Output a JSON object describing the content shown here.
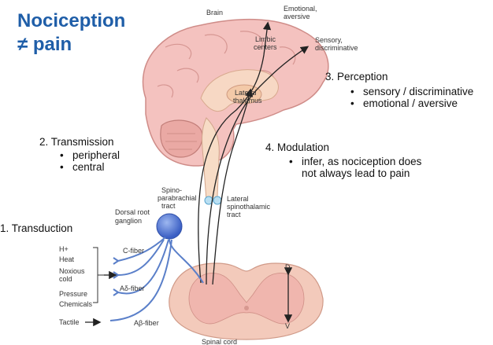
{
  "slide": {
    "title_line1": "Nociception",
    "title_line2": "≠ pain",
    "steps": {
      "transduction": "1.   Transduction",
      "transmission": "2. Transmission",
      "transmission_items": [
        "peripheral",
        "central"
      ],
      "perception": "3. Perception",
      "perception_items": [
        "sensory / discriminative",
        "emotional / aversive"
      ],
      "modulation": "4. Modulation",
      "modulation_items": [
        "infer, as nociception does",
        "not always lead to pain"
      ]
    }
  },
  "figure": {
    "brain": "Brain",
    "emotional_1": "Emotional,",
    "emotional_2": "aversive",
    "sensory_1": "Sensory,",
    "sensory_2": "discriminative",
    "limbic_1": "Limbic",
    "limbic_2": "centers",
    "thalamus_1": "Lateral",
    "thalamus_2": "thalamus",
    "spino_1": "Spino-",
    "spino_2": "parabrachial",
    "spino_3": "tract",
    "lat_1": "Lateral",
    "lat_2": "spinothalamic",
    "lat_3": "tract",
    "drg_1": "Dorsal root",
    "drg_2": "ganglion",
    "stimuli": [
      "H+",
      "Heat",
      "Noxious",
      "cold",
      "Pressure",
      "Chemicals"
    ],
    "tactile": "Tactile",
    "c_fiber": "C-fiber",
    "ad_fiber": "Aδ-fiber",
    "ab_fiber": "Aβ-fiber",
    "spinal_cord": "Spinal cord",
    "axis_d": "D",
    "axis_v": "V"
  },
  "colors": {
    "title": "#1f5ea8",
    "brain": "#f2b9b6",
    "brain_stroke": "#d08a86",
    "nerve": "#5a7fc9",
    "ganglion": "#4a6fd1"
  }
}
